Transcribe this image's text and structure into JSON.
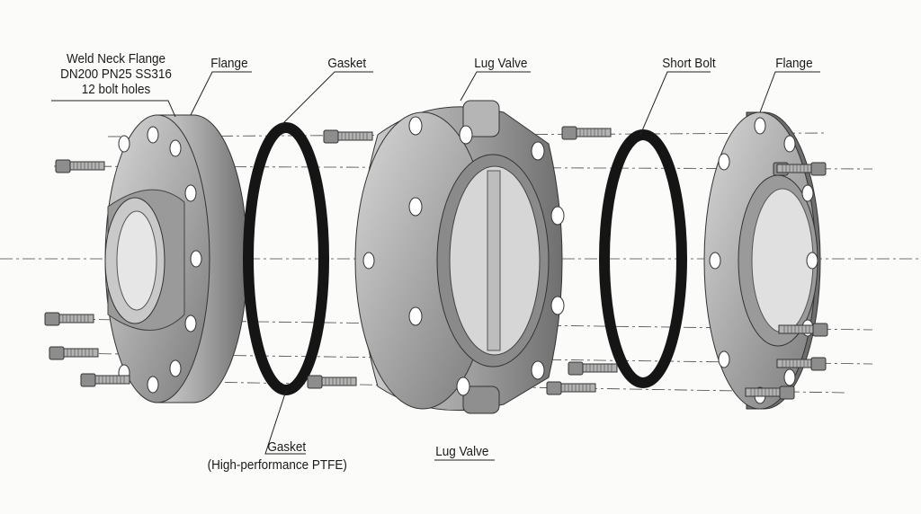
{
  "labels": {
    "weld_neck_title": "Weld Neck Flange",
    "weld_neck_spec": "DN200 PN25 SS316",
    "weld_neck_holes": "12 bolt holes",
    "flange_left": "Flange",
    "gasket_top": "Gasket",
    "lug_valve_top": "Lug Valve",
    "short_bolt": "Short Bolt",
    "flange_right": "Flange",
    "gasket_bottom": "Gasket",
    "gasket_bottom_note": "(High-performance PTFE)",
    "lug_valve_bottom": "Lug Valve"
  },
  "colors": {
    "metal": "#a9a9a9",
    "metal_dark": "#6e6e6e",
    "gasket": "#151515",
    "line": "#222222"
  }
}
